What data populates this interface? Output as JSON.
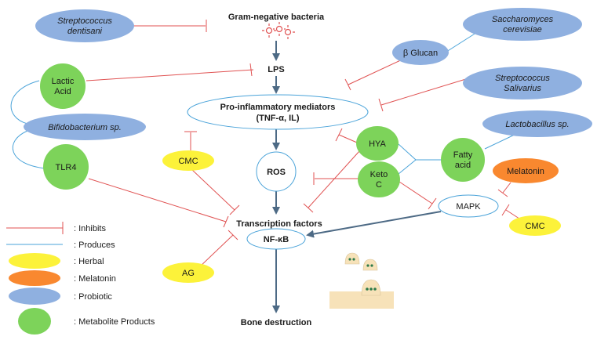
{
  "nodes": {
    "s_dentisani": [
      "Streptococcus",
      "dentisani"
    ],
    "s_cerevisiae": [
      "Saccharomyces",
      "cerevisiae"
    ],
    "s_salivarius": [
      "Streptococcus",
      "Salivarius"
    ],
    "lactobacillus": "Lactobacillus sp.",
    "bifido": "Bifidobacterium sp.",
    "beta_glucan": "β Glucan",
    "gram_neg": "Gram-negative bacteria",
    "lps": "LPS",
    "pro_inflam": [
      "Pro-inflammatory mediators",
      "(TNF-α, IL)"
    ],
    "lactic": [
      "Lactic",
      "Acid"
    ],
    "tlr4": "TLR4",
    "hya": "HYA",
    "keto": [
      "Keto",
      "C"
    ],
    "fatty": [
      "Fatty",
      "acid"
    ],
    "cmc_left": "CMC",
    "ros": "ROS",
    "melatonin": "Melatonin",
    "mapk": "MAPK",
    "cmc_right": "CMC",
    "tf": "Transcription factors",
    "nfkb": "NF-κB",
    "ag": "AG",
    "bone": "Bone destruction"
  },
  "legend": {
    "inhibits": ": Inhibits",
    "produces": ": Produces",
    "herbal": ": Herbal",
    "melatonin": ": Melatonin",
    "probiotic": ": Probiotic",
    "metabolite": ": Metabolite Products"
  },
  "colors": {
    "probiotic": "#8fb0e0",
    "metabolite": "#7dd35a",
    "herbal": "#fcf23a",
    "melatonin": "#f9882f",
    "inhibit": "#e05252",
    "produce": "#4aa3d9",
    "arrow": "#4d6a85",
    "bone": "#f7e2b9"
  }
}
